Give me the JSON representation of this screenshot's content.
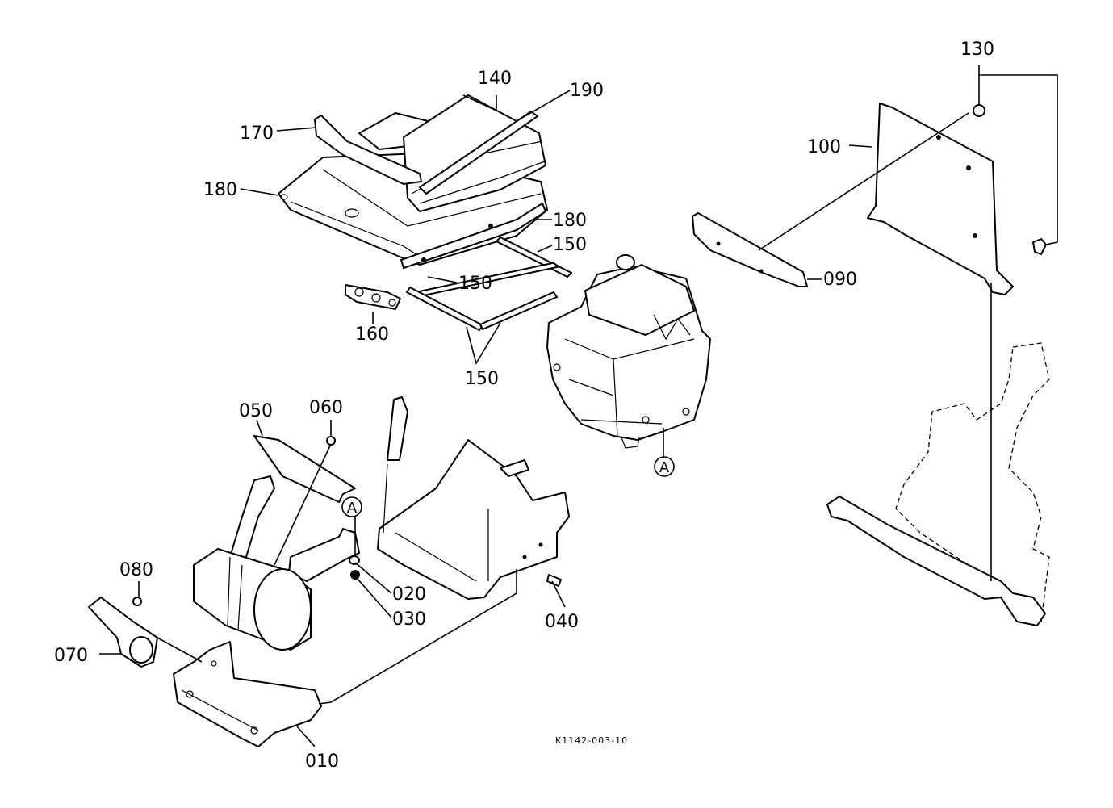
{
  "diagram": {
    "drawing_code": "K1142-003-10",
    "reference_marker": "A",
    "callouts": [
      {
        "id": "p010",
        "label": "010"
      },
      {
        "id": "p020",
        "label": "020"
      },
      {
        "id": "p030",
        "label": "030"
      },
      {
        "id": "p040",
        "label": "040"
      },
      {
        "id": "p050",
        "label": "050"
      },
      {
        "id": "p060",
        "label": "060"
      },
      {
        "id": "p070",
        "label": "070"
      },
      {
        "id": "p080",
        "label": "080"
      },
      {
        "id": "p090",
        "label": "090"
      },
      {
        "id": "p100",
        "label": "100"
      },
      {
        "id": "p130",
        "label": "130"
      },
      {
        "id": "p140",
        "label": "140"
      },
      {
        "id": "p150a",
        "label": "150"
      },
      {
        "id": "p150b",
        "label": "150"
      },
      {
        "id": "p150c",
        "label": "150"
      },
      {
        "id": "p160",
        "label": "160"
      },
      {
        "id": "p170",
        "label": "170"
      },
      {
        "id": "p180a",
        "label": "180"
      },
      {
        "id": "p180b",
        "label": "180"
      },
      {
        "id": "p190",
        "label": "190"
      }
    ]
  }
}
